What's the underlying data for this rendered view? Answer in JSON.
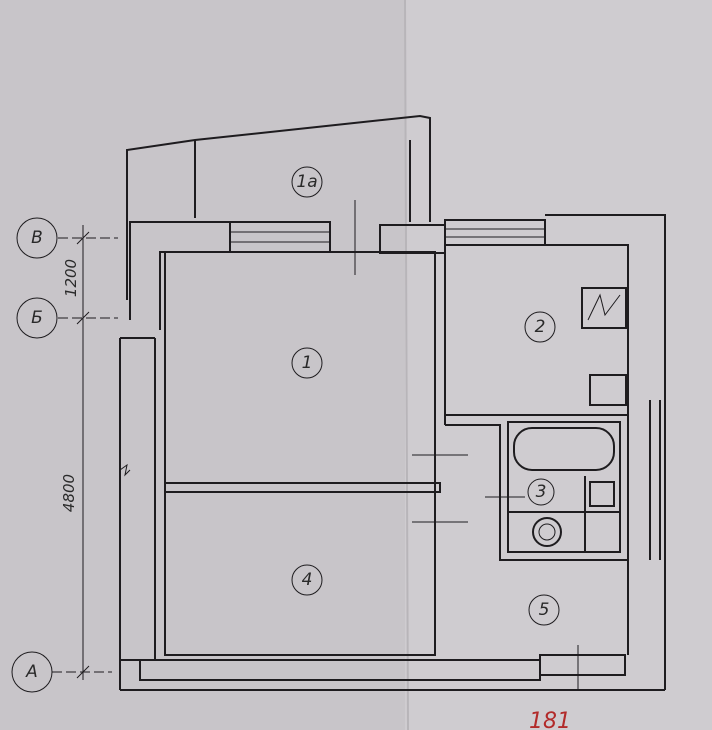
{
  "axes": {
    "v": "В",
    "b": "Б",
    "a": "А"
  },
  "dimensions": {
    "upper": "1200",
    "lower": "4800"
  },
  "rooms": {
    "loggia": "1а",
    "r1": "1",
    "r2": "2",
    "r3": "3",
    "r4": "4",
    "r5": "5"
  },
  "page_number": "181",
  "colors": {
    "paper": "#c8c5c9",
    "lines": "#1e1c1f",
    "page_number": "#b22a2a"
  }
}
